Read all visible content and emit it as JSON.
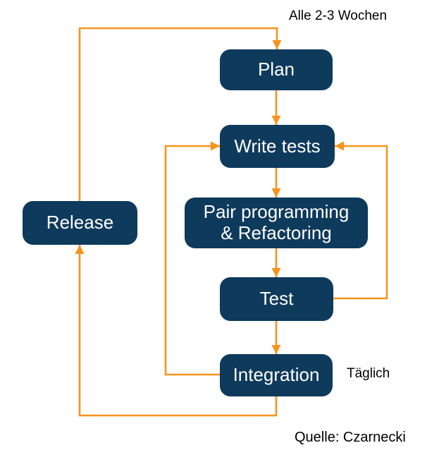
{
  "colors": {
    "node_fill": "#0e3a5c",
    "node_text": "#ffffff",
    "arrow": "#f7941e",
    "annotation_text": "#000000",
    "background": "#ffffff"
  },
  "nodes": {
    "plan": {
      "label": "Plan"
    },
    "write_tests": {
      "label": "Write tests"
    },
    "pair_programming": {
      "label": "Pair programming\n& Refactoring"
    },
    "test": {
      "label": "Test"
    },
    "integration": {
      "label": "Integration"
    },
    "release": {
      "label": "Release"
    }
  },
  "annotations": {
    "cycle_label": "Alle 2-3 Wochen",
    "daily_label": "Täglich",
    "source_label": "Quelle: Czarnecki"
  },
  "edges": [
    {
      "from": "plan",
      "to": "write_tests"
    },
    {
      "from": "write_tests",
      "to": "pair_programming"
    },
    {
      "from": "pair_programming",
      "to": "test"
    },
    {
      "from": "test",
      "to": "integration"
    },
    {
      "from": "test",
      "to": "write_tests"
    },
    {
      "from": "integration",
      "to": "write_tests"
    },
    {
      "from": "integration",
      "to": "release"
    },
    {
      "from": "release",
      "to": "plan"
    }
  ]
}
